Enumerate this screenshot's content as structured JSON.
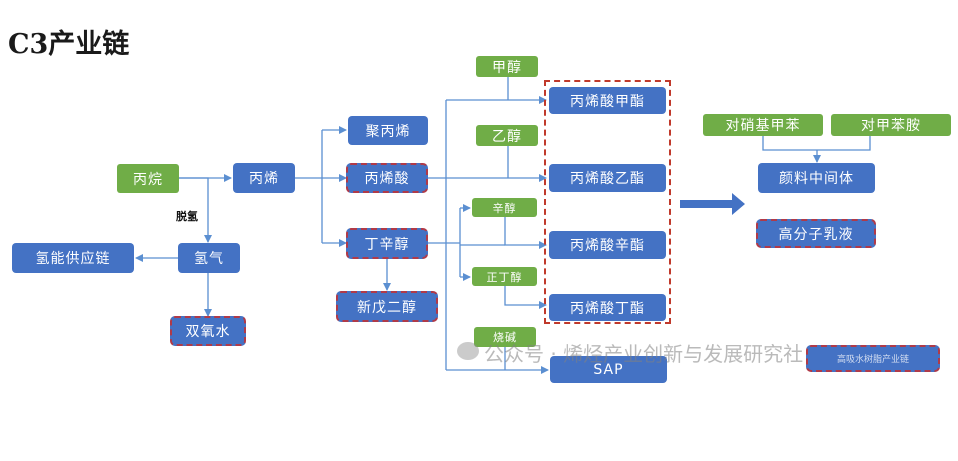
{
  "title": "C3产业链",
  "nodes": {
    "propane": "丙烷",
    "propylene": "丙烯",
    "polypropylene": "聚丙烯",
    "acrylic_acid": "丙烯酸",
    "octanol": "丁辛醇",
    "neopentyl_glycol": "新戊二醇",
    "hydrogen": "氢气",
    "hydrogen_supply": "氢能供应链",
    "hydrogen_peroxide": "双氧水",
    "methanol": "甲醇",
    "ethanol": "乙醇",
    "octyl_alcohol": "辛醇",
    "butanol": "正丁醇",
    "caustic": "烧碱",
    "methyl_acrylate": "丙烯酸甲酯",
    "ethyl_acrylate": "丙烯酸乙酯",
    "octyl_acrylate": "丙烯酸辛酯",
    "butyl_acrylate": "丙烯酸丁酯",
    "sap": "SAP",
    "nitrotoluene": "对硝基甲苯",
    "toluidine": "对甲苯胺",
    "pigment": "颜料中间体",
    "emulsion": "高分子乳液",
    "faded": "高吸水树脂产业链"
  },
  "edge_labels": {
    "dehydrogenation": "脱氢"
  },
  "watermark": "公众号 · 烯烃产业创新与发展研究社",
  "colors": {
    "blue": "#4472c4",
    "green": "#70ad47",
    "dash_red": "#b03a48",
    "arrow": "#5b8fd1"
  }
}
